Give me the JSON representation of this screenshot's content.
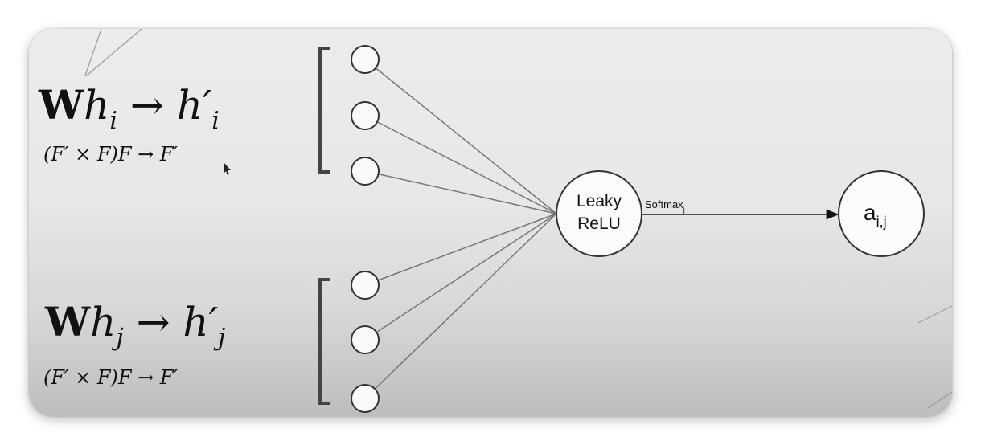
{
  "equations": {
    "top": {
      "bold": "W",
      "h": "h",
      "sub": "i",
      "arrow": "→",
      "out": "h′",
      "out_sub": "i",
      "dims": "(F′ × F)F → F′"
    },
    "bottom": {
      "bold": "W",
      "h": "h",
      "sub": "j",
      "arrow": "→",
      "out": "h′",
      "out_sub": "j",
      "dims": "(F′ × F)F → F′"
    }
  },
  "nodes": {
    "activation_line1": "Leaky",
    "activation_line2": "ReLU",
    "edge_label": "Softmax",
    "edge_label_sub": "j",
    "output_main": "a",
    "output_sub": "i,j"
  }
}
